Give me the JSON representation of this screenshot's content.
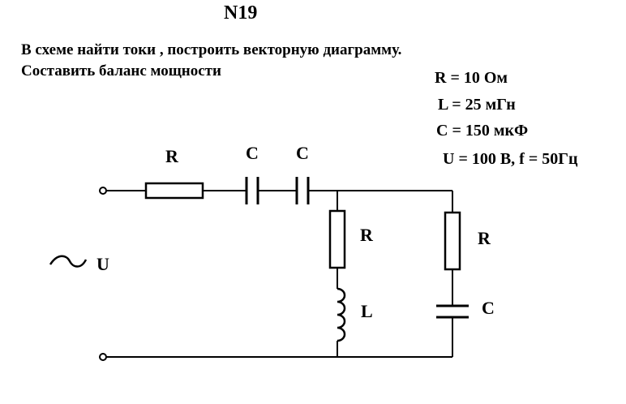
{
  "problem": {
    "number": "N19",
    "task_line1": "В схеме найти токи , построить векторную диаграмму.",
    "task_line2": "Составить баланс мощности"
  },
  "parameters": {
    "R": "R =  10 Ом",
    "L": "L = 25 мГн",
    "C": "C = 150 мкФ",
    "U_f": "U = 100 В, f = 50Гц"
  },
  "circuit": {
    "labels": {
      "r_series": "R",
      "c_series_1": "C",
      "c_series_2": "C",
      "r_branch1": "R",
      "l_branch1": "L",
      "r_branch2": "R",
      "c_branch2": "C",
      "source": "U"
    },
    "source_symbol": "~"
  }
}
